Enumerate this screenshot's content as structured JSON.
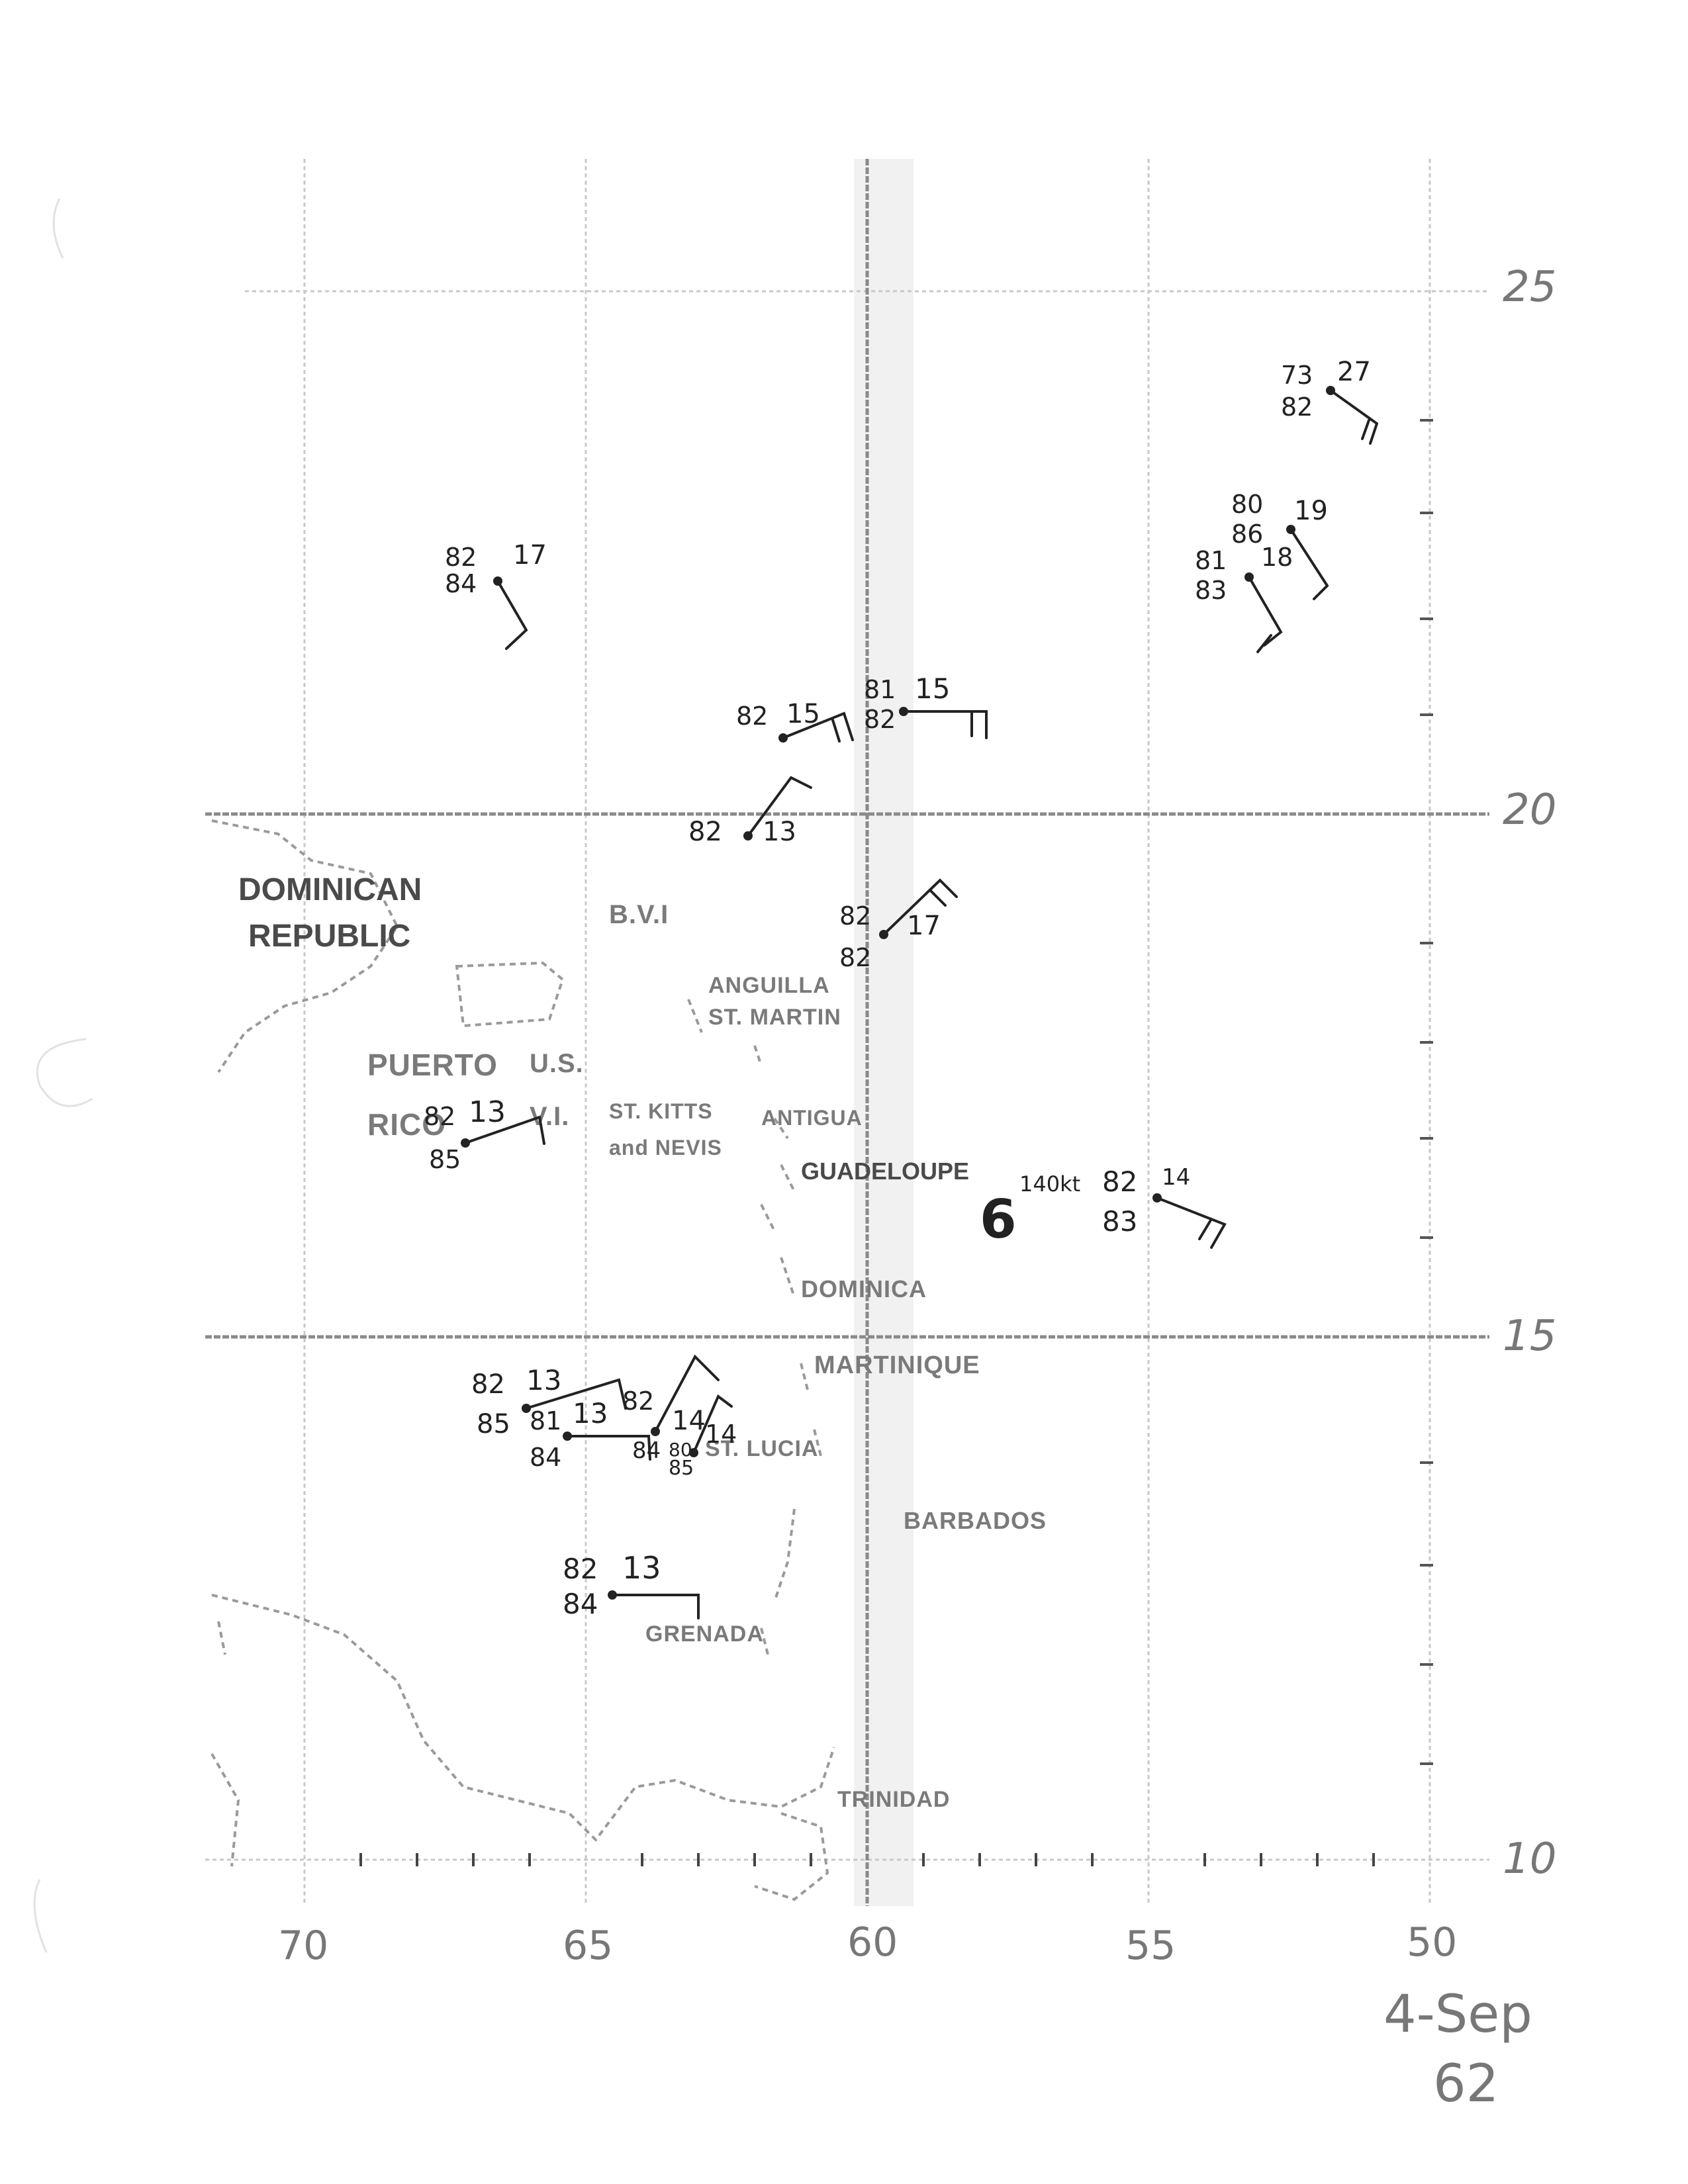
{
  "map": {
    "longitude_labels": [
      "70",
      "65",
      "60",
      "55",
      "50"
    ],
    "latitude_labels": [
      "25",
      "20",
      "15",
      "10"
    ],
    "date_label": "4-Sep",
    "year_label": "62",
    "place_labels": {
      "dominican_republic_1": "DOMINICAN",
      "dominican_republic_2": "REPUBLIC",
      "bvi": "B.V.I",
      "anguilla": "ANGUILLA",
      "st_martin": "ST. MARTIN",
      "puerto_rico_1": "PUERTO",
      "puerto_rico_2": "RICO",
      "usvi_1": "U.S.",
      "usvi_2": "V.I.",
      "st_kitts_1": "ST. KITTS",
      "st_kitts_2": "and NEVIS",
      "antigua": "ANTIGUA",
      "guadeloupe": "GUADELOUPE",
      "dominica": "DOMINICA",
      "martinique": "MARTINIQUE",
      "st_lucia": "ST. LUCIA",
      "barbados": "BARBADOS",
      "grenada": "GRENADA",
      "trinidad": "TRINIDAD"
    },
    "storm": {
      "symbol": "6",
      "wind_label": "140kt"
    },
    "observations": [
      {
        "id": "obs-1",
        "air_temp": "73",
        "sea_temp": "82",
        "wind": "27"
      },
      {
        "id": "obs-2",
        "air_temp": "80",
        "sea_temp": "86",
        "wind": "19"
      },
      {
        "id": "obs-3",
        "air_temp": "81",
        "sea_temp": "83",
        "wind": "18"
      },
      {
        "id": "obs-4",
        "air_temp": "82",
        "sea_temp": "84",
        "wind": "17"
      },
      {
        "id": "obs-5",
        "air_temp": "82",
        "sea_temp": "",
        "wind": "15"
      },
      {
        "id": "obs-6",
        "air_temp": "81",
        "sea_temp": "82",
        "wind": "15"
      },
      {
        "id": "obs-7",
        "air_temp": "82",
        "sea_temp": "",
        "wind": "13"
      },
      {
        "id": "obs-8",
        "air_temp": "82",
        "sea_temp": "82",
        "wind": "17"
      },
      {
        "id": "obs-9",
        "air_temp": "82",
        "sea_temp": "85",
        "wind": "13"
      },
      {
        "id": "obs-10",
        "air_temp": "82",
        "sea_temp": "83",
        "wind": "14"
      },
      {
        "id": "obs-11",
        "air_temp": "82",
        "sea_temp": "85",
        "wind": "13"
      },
      {
        "id": "obs-12",
        "air_temp": "81",
        "sea_temp": "84",
        "wind": "13"
      },
      {
        "id": "obs-13",
        "air_temp": "82",
        "sea_temp": "84",
        "wind": "14"
      },
      {
        "id": "obs-14",
        "air_temp": "80",
        "sea_temp": "85",
        "wind": "14"
      },
      {
        "id": "obs-15",
        "air_temp": "82",
        "sea_temp": "84",
        "wind": "13"
      }
    ]
  }
}
